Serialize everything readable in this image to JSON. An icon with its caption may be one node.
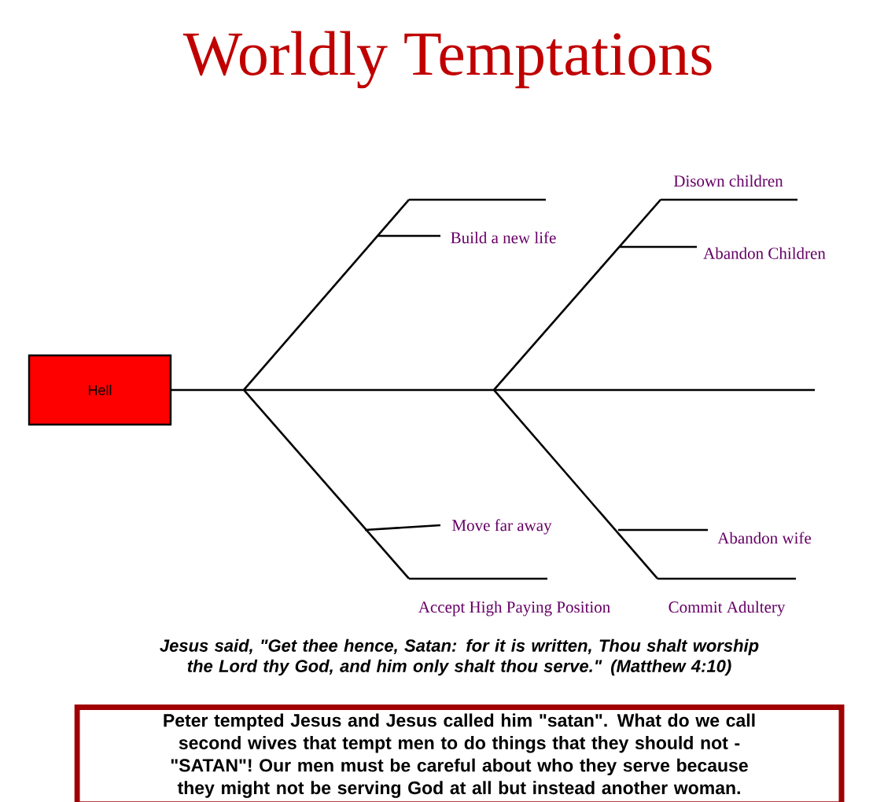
{
  "diagram": {
    "title": "Worldly Temptations",
    "nodes": [
      {
        "text": [
          "Hell"
        ]
      },
      {
        "text": [
          "Peter tempted Jesus and Jesus called him \"satan\". What do we call second wives that tempt men to do things that they should not - \"SATAN\"! Our men must be careful about who they serve because they might not be serving God at all but instead another woman."
        ]
      }
    ],
    "edges": [],
    "labels": [
      "Disown children",
      "Build a new life",
      "Abandon Children",
      "Move far away",
      "Abandon wife",
      "Accept High Paying Position",
      "Commit Adultery"
    ],
    "caption": "Jesus said, \"Get thee hence, Satan: for it is written, Thou shalt worship the Lord thy God, and him only shalt thou serve.\" (Matthew 4:10)"
  }
}
